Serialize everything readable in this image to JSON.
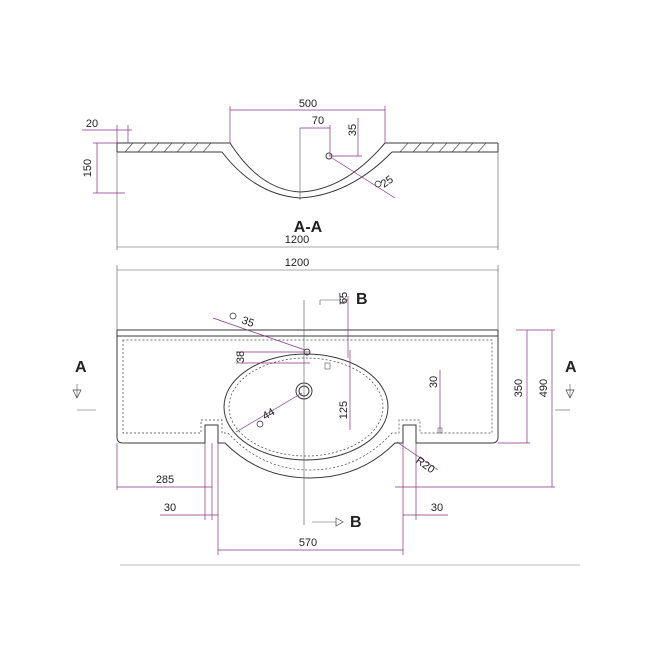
{
  "section_view": {
    "title": "A-A",
    "dims": {
      "top_width": "500",
      "drain_width": "70",
      "overflow_offset": "35",
      "overflow_dia": "25",
      "wall_thickness": "20",
      "depth": "150",
      "total_width": "1200"
    }
  },
  "plan_view": {
    "dims": {
      "total_width": "1200",
      "faucet_hole_dia": "35",
      "back_offset": "65",
      "faucet_to_bowl": "38",
      "drain_dia": "44",
      "drain_from_back": "125",
      "front_notch": "30",
      "inner_depth": "350",
      "total_depth": "490",
      "corner_radius": "R20",
      "left_offset": "285",
      "left_notch": "30",
      "right_notch": "30",
      "bowl_width": "570"
    },
    "section_marks": {
      "a_left": "A",
      "a_right": "A",
      "b_top": "B",
      "b_bottom": "B"
    }
  }
}
